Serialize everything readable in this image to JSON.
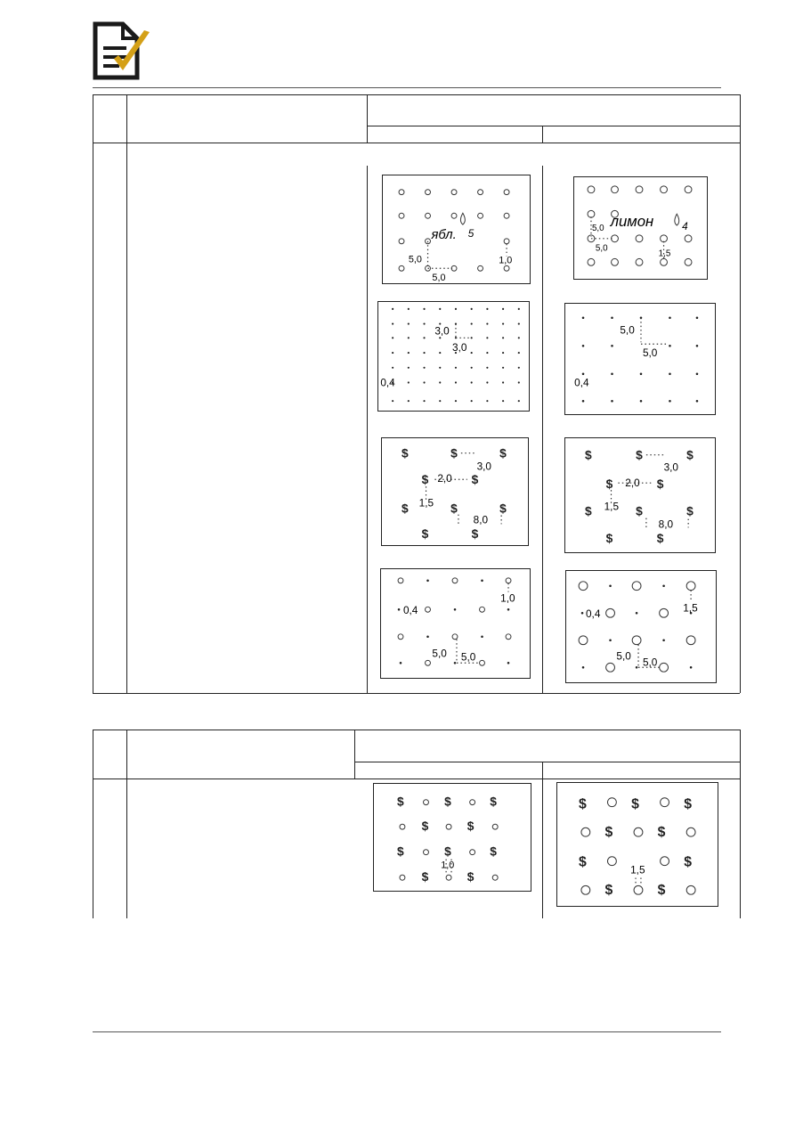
{
  "header": {
    "icon": "document-check-icon",
    "accent": "#d4a017"
  },
  "labels": {
    "apple": "ябл.",
    "apple_num": "5",
    "lemon": "лимон",
    "lemon_num": "4",
    "v5_0": "5,0",
    "v1_0": "1,0",
    "v1_5": "1,5",
    "v3_0": "3,0",
    "v0_4": "0,4",
    "v2_0": "2,0",
    "v8_0": "8,0",
    "dollar": "$"
  }
}
